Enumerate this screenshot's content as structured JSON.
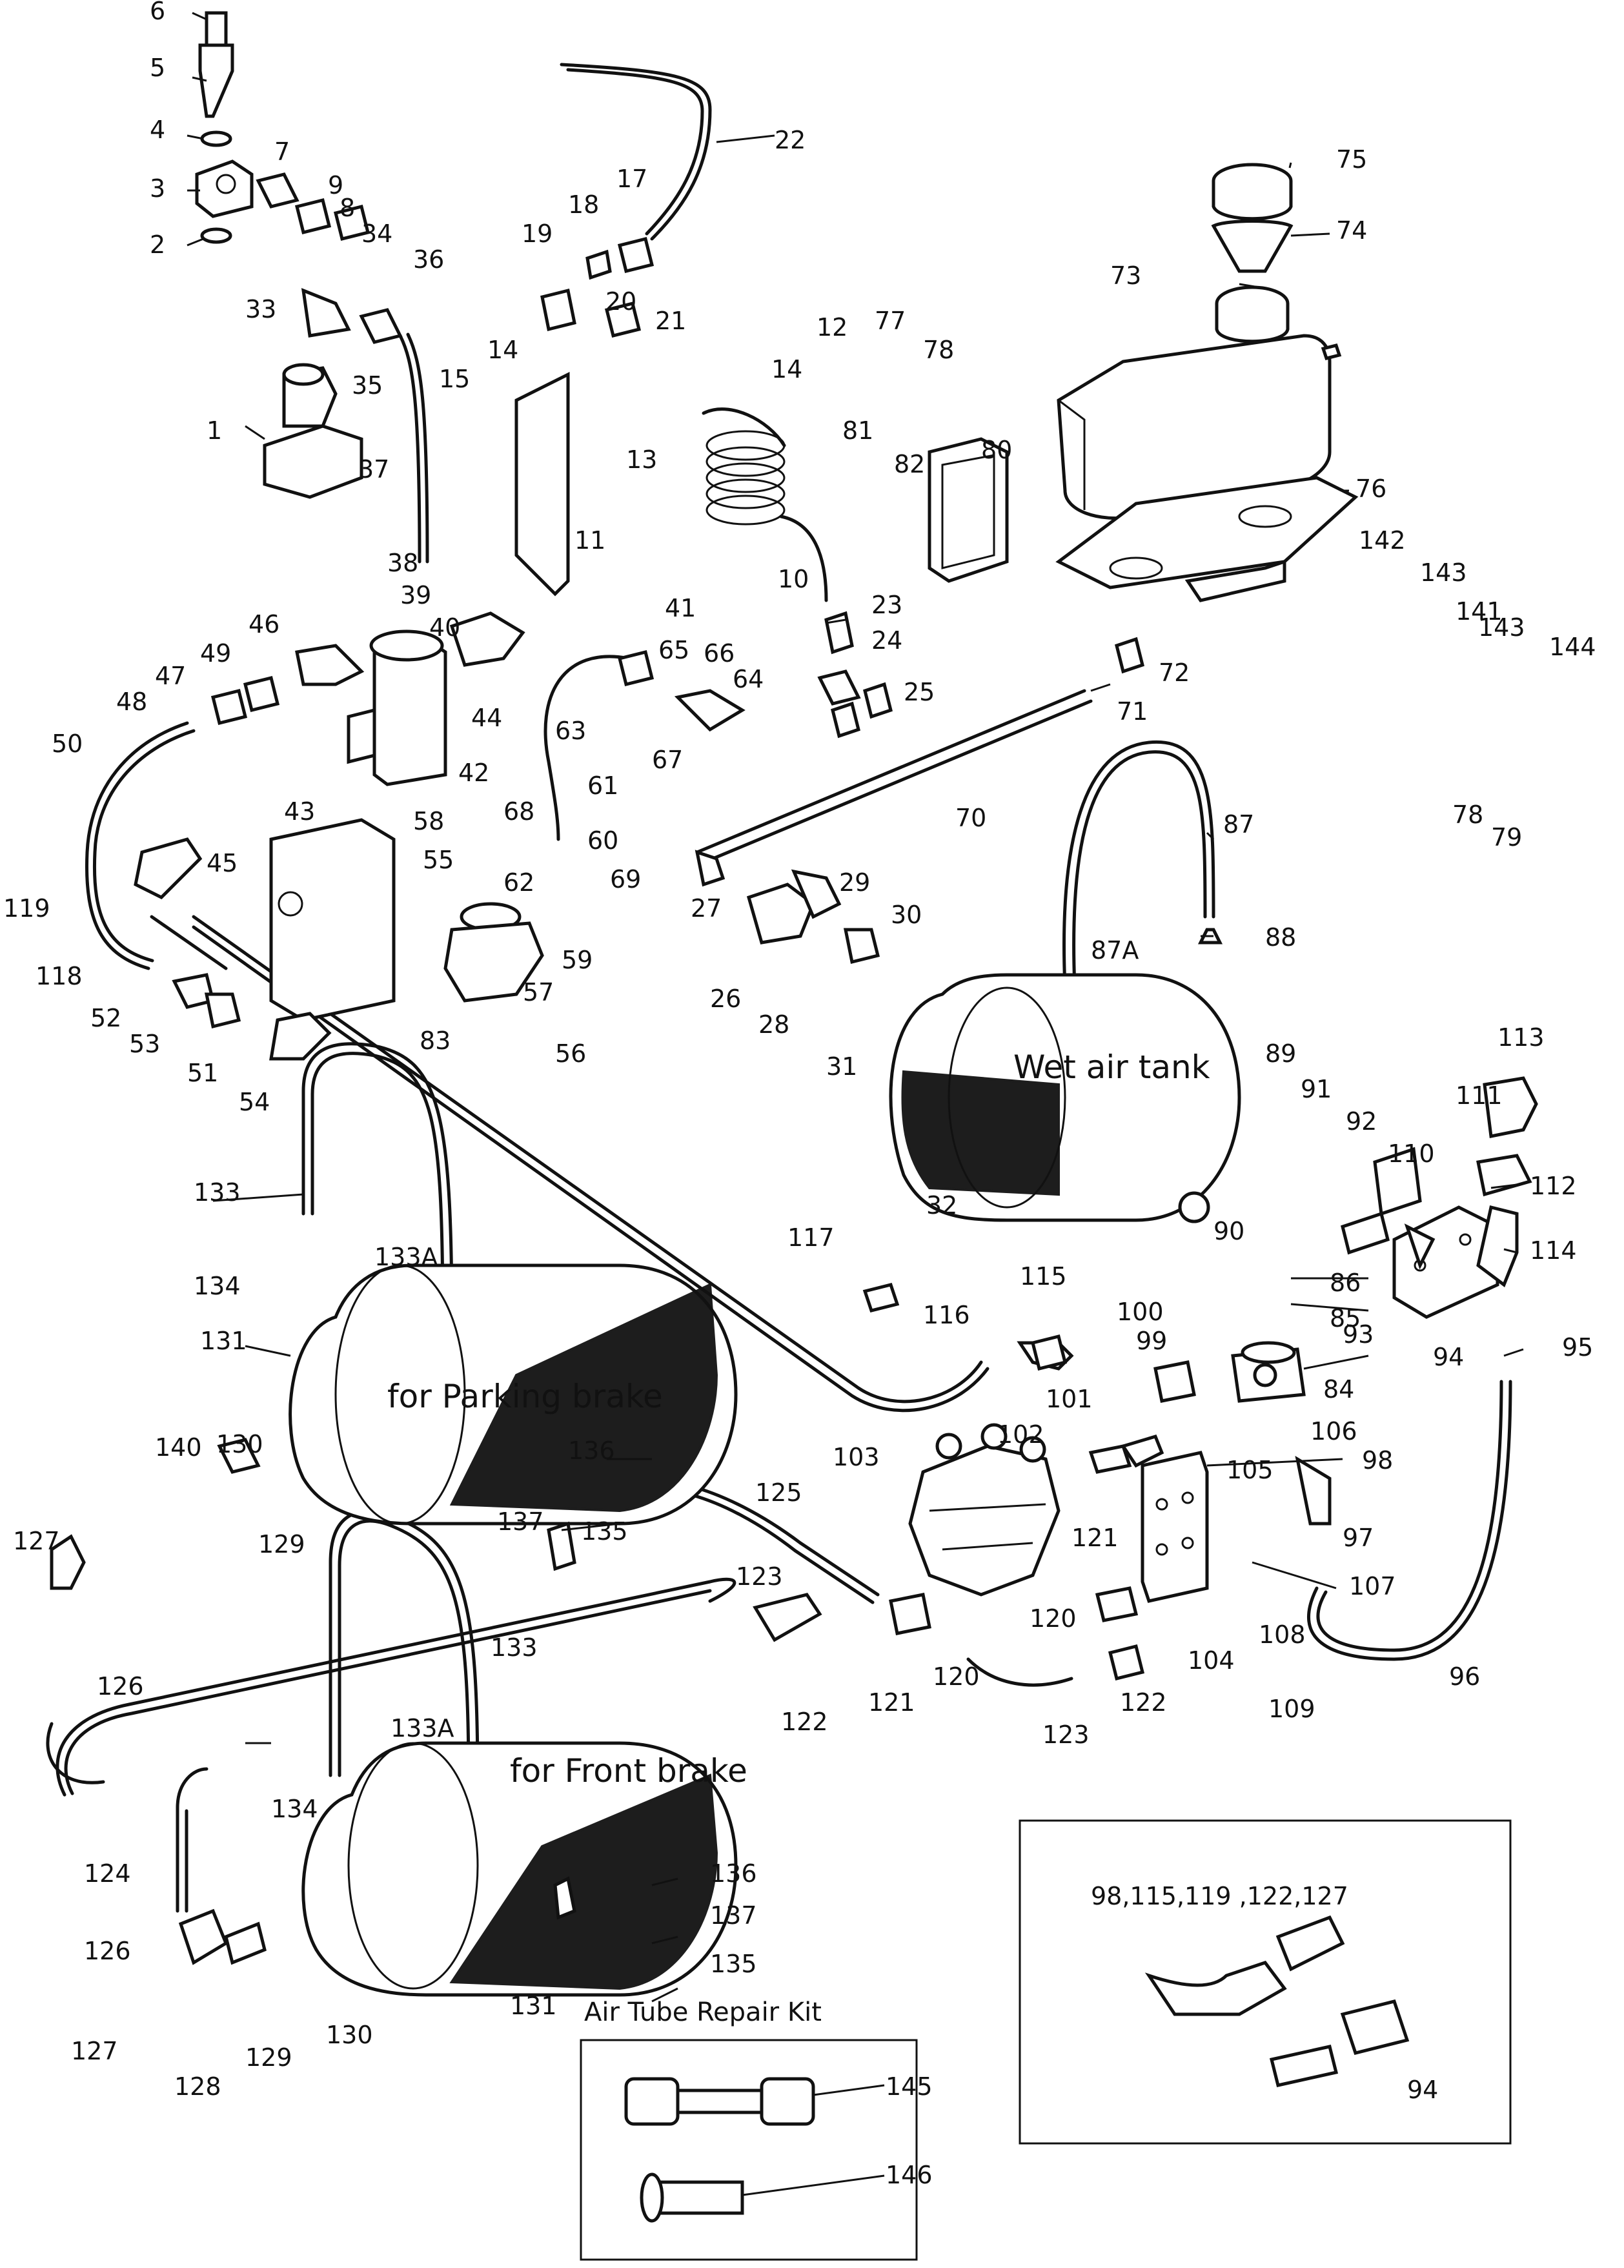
{
  "diagram": {
    "tank_labels": {
      "wet_air_tank": "Wet air tank",
      "parking_brake": "for Parking brake",
      "front_brake": "for Front brake"
    },
    "repair_kit_title": "Air Tube Repair Kit",
    "inset_elbow_refs": "98,115,119 ,122,127",
    "inset_94": "94",
    "kit_145": "145",
    "kit_146": "146",
    "callouts": {
      "c1": "1",
      "c2": "2",
      "c3": "3",
      "c4": "4",
      "c5": "5",
      "c6": "6",
      "c7": "7",
      "c8": "8",
      "c9": "9",
      "c10": "10",
      "c11": "11",
      "c12": "12",
      "c13": "13",
      "c14a": "14",
      "c14b": "14",
      "c15": "15",
      "c17": "17",
      "c18": "18",
      "c19": "19",
      "c20": "20",
      "c21": "21",
      "c22": "22",
      "c23": "23",
      "c24": "24",
      "c25": "25",
      "c26": "26",
      "c27": "27",
      "c28": "28",
      "c29": "29",
      "c30": "30",
      "c31": "31",
      "c32": "32",
      "c33": "33",
      "c34": "34",
      "c35": "35",
      "c36": "36",
      "c37": "37",
      "c38": "38",
      "c39": "39",
      "c40": "40",
      "c41": "41",
      "c42": "42",
      "c43": "43",
      "c44": "44",
      "c45": "45",
      "c46": "46",
      "c47": "47",
      "c48": "48",
      "c49": "49",
      "c50": "50",
      "c51": "51",
      "c52": "52",
      "c53": "53",
      "c54": "54",
      "c55": "55",
      "c56": "56",
      "c57": "57",
      "c58": "58",
      "c59": "59",
      "c60": "60",
      "c61": "61",
      "c62": "62",
      "c63": "63",
      "c64": "64",
      "c65": "65",
      "c66": "66",
      "c67": "67",
      "c68": "68",
      "c69": "69",
      "c70": "70",
      "c71": "71",
      "c72": "72",
      "c73": "73",
      "c74": "74",
      "c75": "75",
      "c76": "76",
      "c77": "77",
      "c78a": "78",
      "c78b": "78",
      "c79": "79",
      "c80": "80",
      "c81": "81",
      "c82": "82",
      "c83": "83",
      "c84": "84",
      "c85": "85",
      "c86": "86",
      "c87": "87",
      "c87a": "87A",
      "c88": "88",
      "c89": "89",
      "c90": "90",
      "c91": "91",
      "c92": "92",
      "c93": "93",
      "c94": "94",
      "c95": "95",
      "c96": "96",
      "c97": "97",
      "c98": "98",
      "c99": "99",
      "c100": "100",
      "c101": "101",
      "c102": "102",
      "c103": "103",
      "c104": "104",
      "c105": "105",
      "c106": "106",
      "c107": "107",
      "c108": "108",
      "c109": "109",
      "c110": "110",
      "c111": "111",
      "c112": "112",
      "c113": "113",
      "c114": "114",
      "c115": "115",
      "c116": "116",
      "c117": "117",
      "c118": "118",
      "c119": "119",
      "c120a": "120",
      "c120b": "120",
      "c121a": "121",
      "c121b": "121",
      "c122a": "122",
      "c122b": "122",
      "c123a": "123",
      "c123b": "123",
      "c124": "124",
      "c125": "125",
      "c126a": "126",
      "c126b": "126",
      "c127a": "127",
      "c127b": "127",
      "c128": "128",
      "c129a": "129",
      "c129b": "129",
      "c130a": "130",
      "c130b": "130",
      "c131a": "131",
      "c131b": "131",
      "c133a": "133",
      "c133b": "133",
      "c133Aa": "133A",
      "c133Ab": "133A",
      "c134a": "134",
      "c134b": "134",
      "c135a": "135",
      "c135b": "135",
      "c136a": "136",
      "c136b": "136",
      "c137a": "137",
      "c137b": "137",
      "c140": "140",
      "c141": "141",
      "c142": "142",
      "c143a": "143",
      "c143b": "143",
      "c144": "144"
    }
  }
}
